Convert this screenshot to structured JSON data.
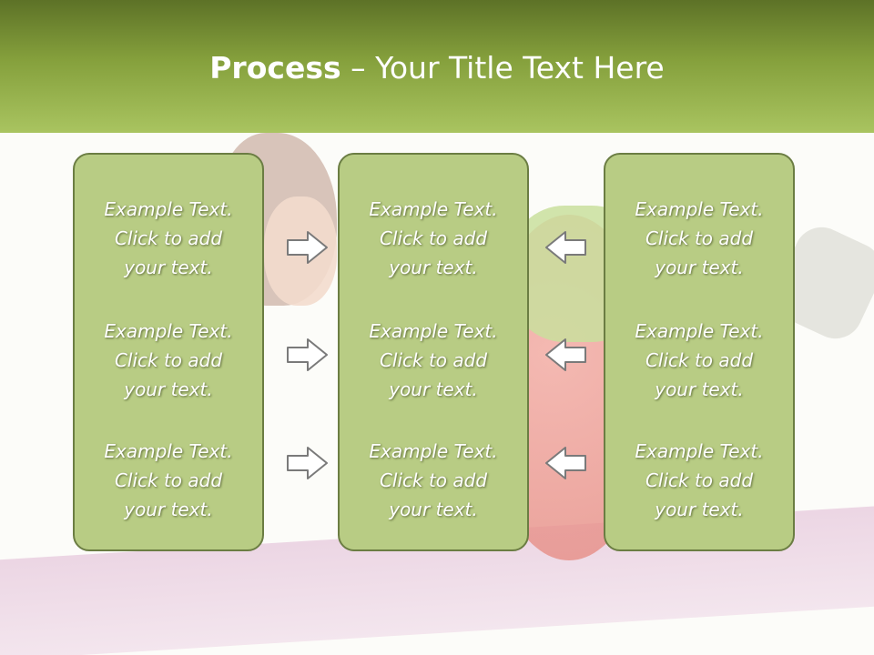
{
  "title": {
    "bold": "Process",
    "rest": " – Your Title Text Here"
  },
  "panels": [
    {
      "cells": [
        [
          "Example Text.",
          "Click  to add",
          "your text."
        ],
        [
          "Example Text.",
          "Click  to add",
          "your text."
        ],
        [
          "Example Text.",
          "Click  to add",
          "your text."
        ]
      ]
    },
    {
      "cells": [
        [
          "Example Text.",
          "Click  to add",
          "your text."
        ],
        [
          "Example Text.",
          "Click  to add",
          "your text."
        ],
        [
          "Example Text.",
          "Click  to add",
          "your text."
        ]
      ]
    },
    {
      "cells": [
        [
          "Example Text.",
          "Click  to add",
          "your text."
        ],
        [
          "Example Text.",
          "Click  to add",
          "your text."
        ],
        [
          "Example Text.",
          "Click  to add",
          "your text."
        ]
      ]
    }
  ],
  "arrows": {
    "left_column": "arrow-right-icon",
    "right_column": "arrow-left-icon"
  },
  "colors": {
    "header_dark": "#5d7227",
    "header_light": "#a9c460",
    "panel_fill": "#b8cc84",
    "panel_border": "#6b7d43"
  }
}
